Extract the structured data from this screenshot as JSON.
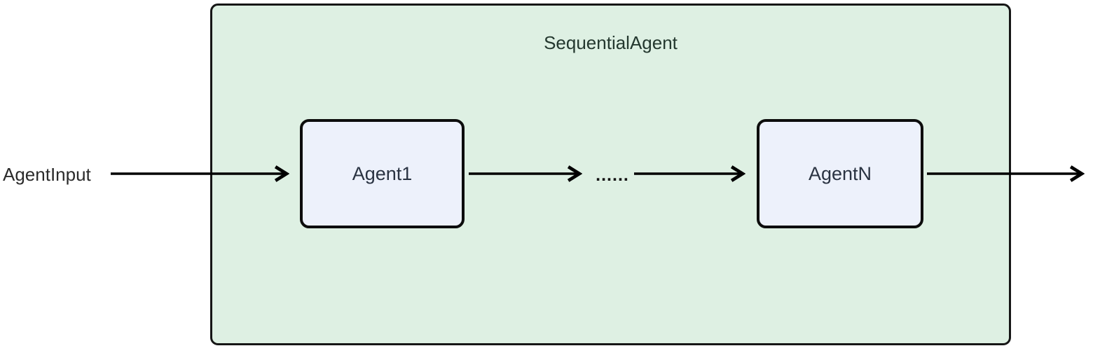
{
  "diagram": {
    "type": "flowchart",
    "title": "SequentialAgent",
    "input_label": "AgentInput",
    "ellipsis_label": "......",
    "container": {
      "label": "SequentialAgent",
      "fill": "#DEF0E3",
      "border_color": "#161616",
      "title_color": "#24382F"
    },
    "nodes": [
      {
        "id": "agent1",
        "label": "Agent1",
        "fill": "#EDF1FB",
        "border_color": "#0D0D0D",
        "text_color": "#2A3342"
      },
      {
        "id": "agentn",
        "label": "AgentN",
        "fill": "#EDF1FB",
        "border_color": "#0D0D0D",
        "text_color": "#2A3342"
      }
    ],
    "edges": [
      {
        "from": "AgentInput",
        "to": "Agent1"
      },
      {
        "from": "Agent1",
        "to": "......"
      },
      {
        "from": "......",
        "to": "AgentN"
      },
      {
        "from": "AgentN",
        "to": "output"
      }
    ],
    "arrow_color": "#000000"
  }
}
